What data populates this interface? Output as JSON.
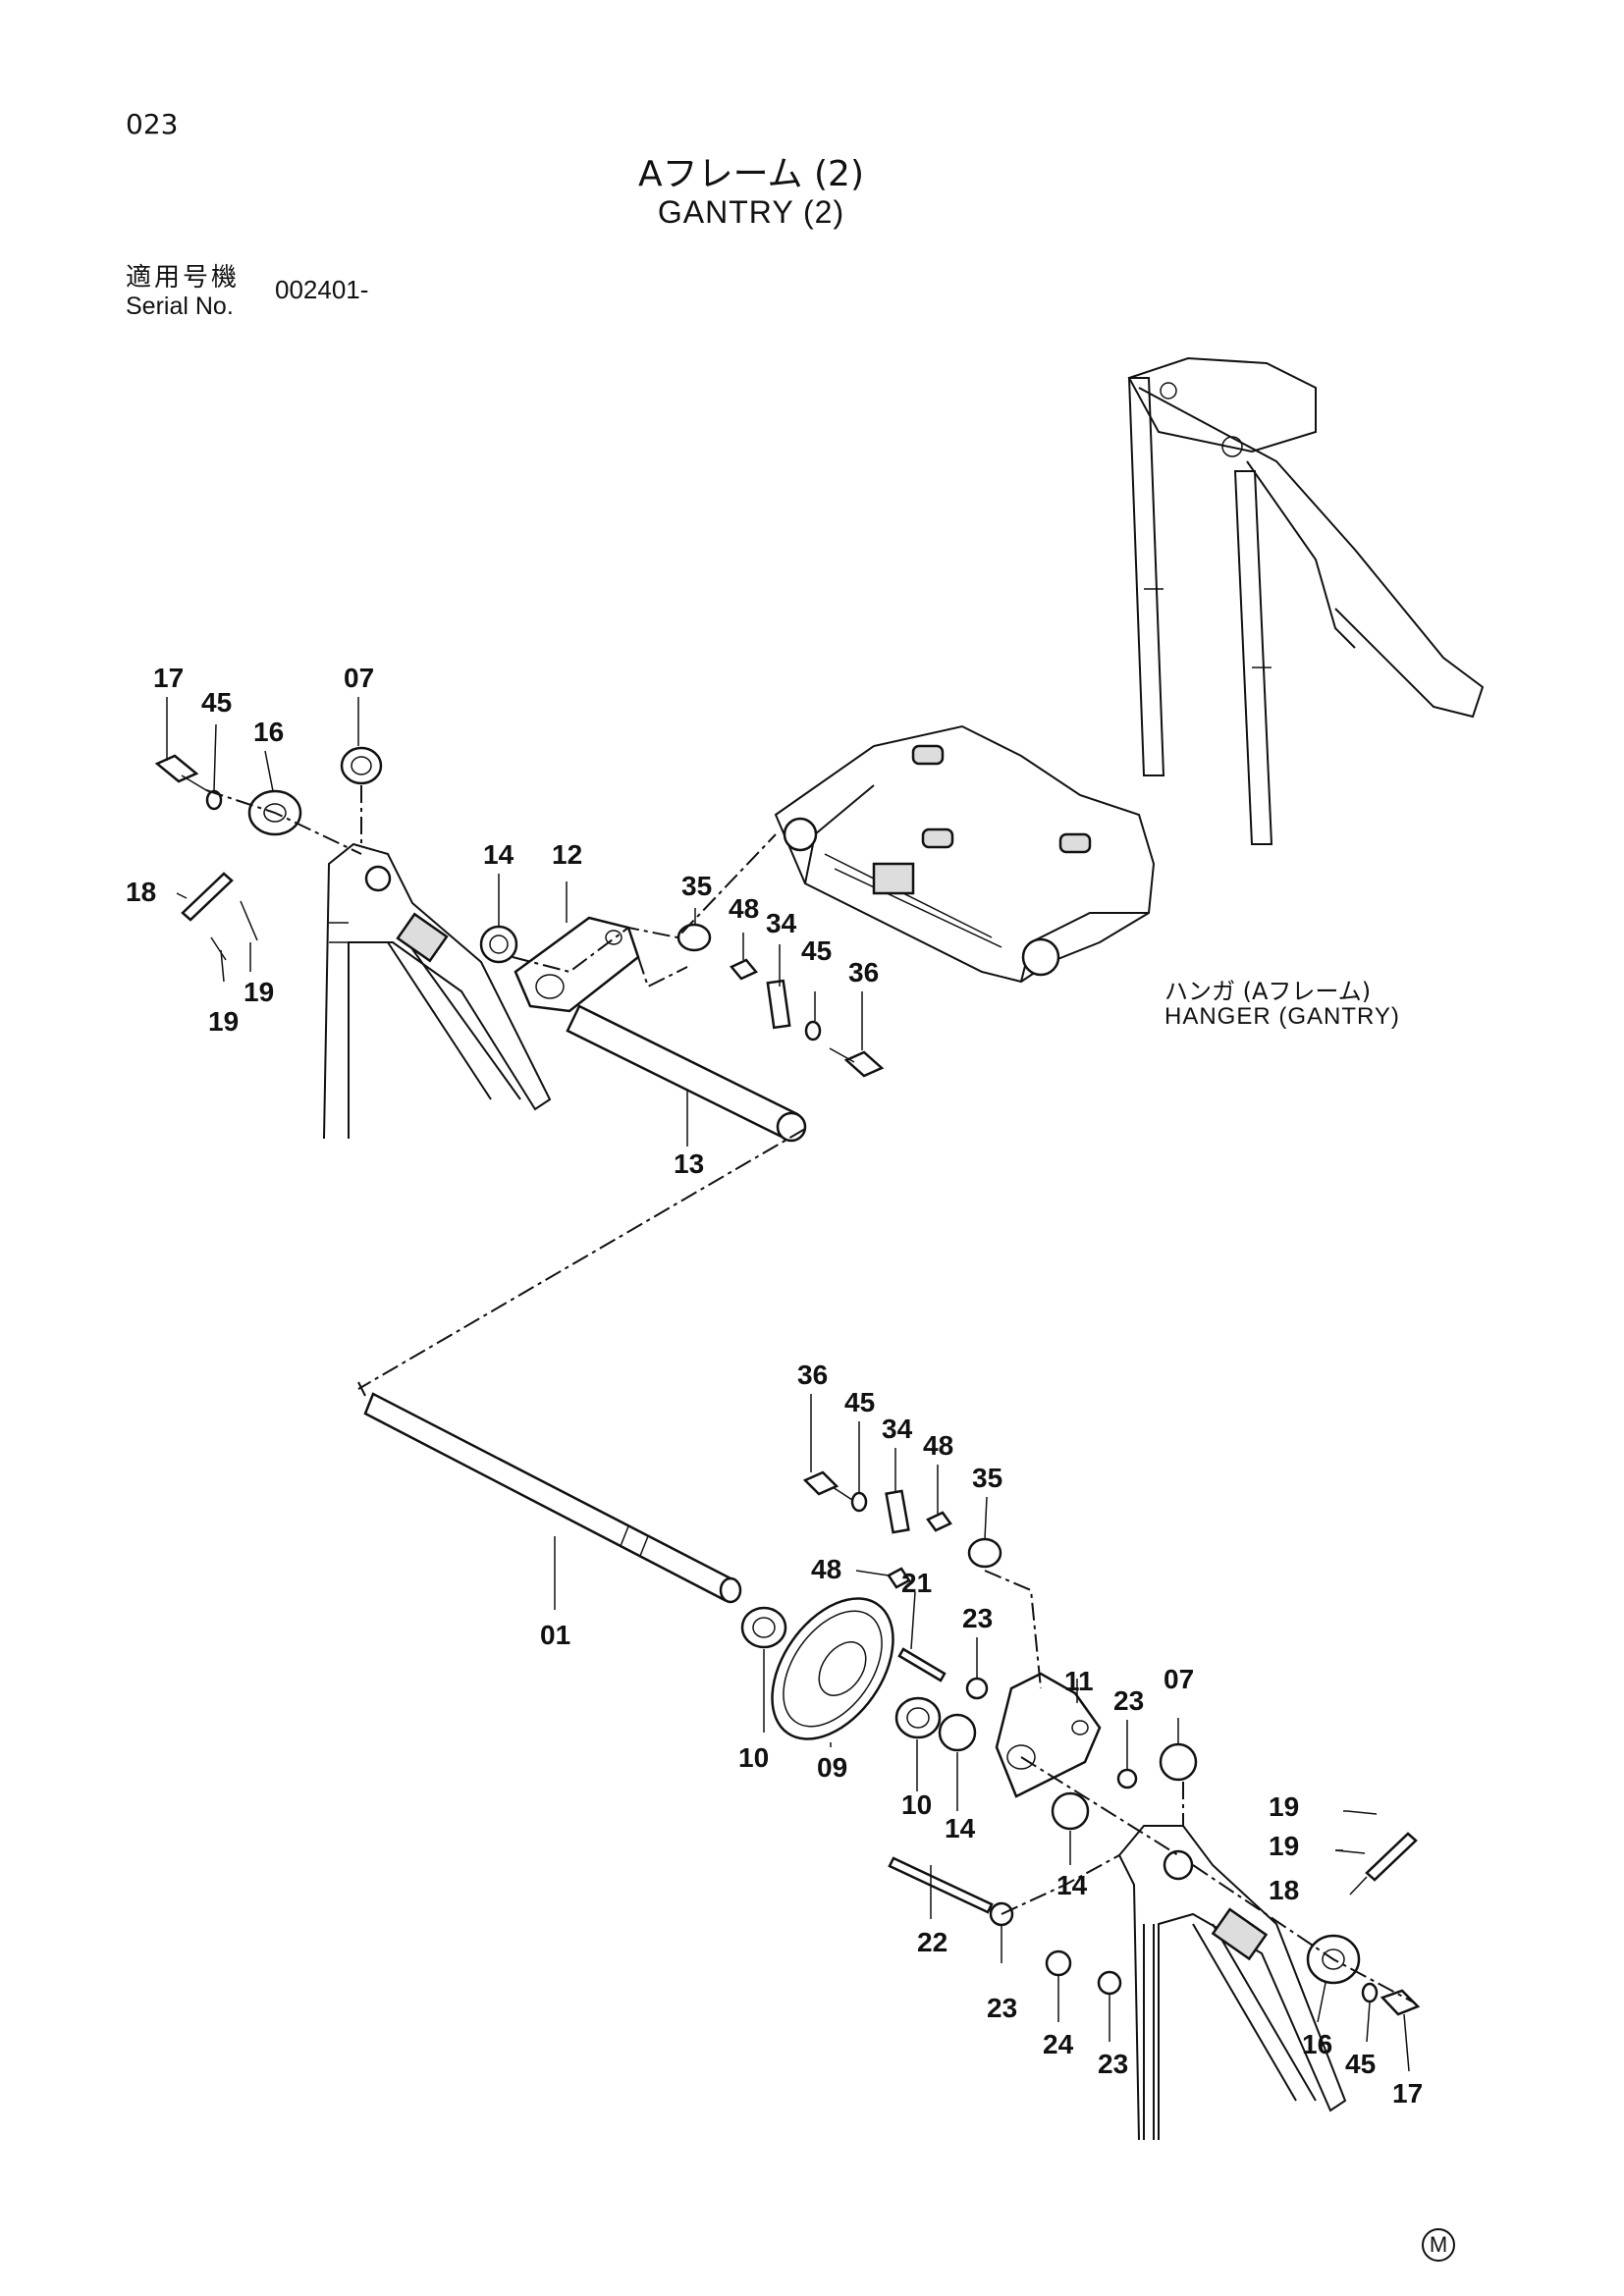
{
  "header": {
    "page_number": "023",
    "title_jp": "Aフレーム (2)",
    "title_en": "GANTRY (2)",
    "serial_label_jp": "適用号機",
    "serial_label_en": "Serial No.",
    "serial_value": "002401-"
  },
  "annotations": {
    "hanger_jp": "ハンガ (Aフレーム)",
    "hanger_en": "HANGER (GANTRY)",
    "corner_mark": "M"
  },
  "callouts_upper": [
    "17",
    "45",
    "16",
    "07",
    "18",
    "19",
    "19",
    "14",
    "12",
    "35",
    "48",
    "34",
    "45",
    "36",
    "13"
  ],
  "callouts_lower": [
    "36",
    "45",
    "34",
    "48",
    "35",
    "48",
    "21",
    "23",
    "01",
    "10",
    "09",
    "10",
    "14",
    "11",
    "23",
    "07",
    "14",
    "19",
    "19",
    "18",
    "22",
    "23",
    "24",
    "23",
    "16",
    "45",
    "17"
  ]
}
